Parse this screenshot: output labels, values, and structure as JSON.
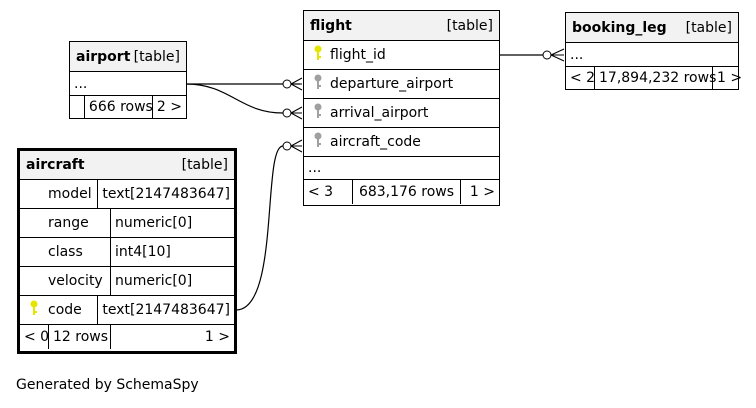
{
  "airport": {
    "name": "airport",
    "kind": "[table]",
    "rows": [
      "..."
    ],
    "footer": {
      "parents": "",
      "rows": "666 rows",
      "children": "2 >"
    }
  },
  "flight": {
    "name": "flight",
    "kind": "[table]",
    "columns": [
      {
        "name": "flight_id",
        "key": "primary"
      },
      {
        "name": "departure_airport",
        "key": "foreign"
      },
      {
        "name": "arrival_airport",
        "key": "foreign"
      },
      {
        "name": "aircraft_code",
        "key": "foreign"
      }
    ],
    "more": "...",
    "footer": {
      "parents": "< 3",
      "rows": "683,176 rows",
      "children": "1 >"
    }
  },
  "booking_leg": {
    "name": "booking_leg",
    "kind": "[table]",
    "rows": [
      "..."
    ],
    "footer": {
      "parents": "< 2",
      "rows": "17,894,232 rows",
      "children": "1 >"
    }
  },
  "aircraft": {
    "name": "aircraft",
    "kind": "[table]",
    "columns": [
      {
        "name": "model",
        "type": "text[2147483647]",
        "key": ""
      },
      {
        "name": "range",
        "type": "numeric[0]",
        "key": ""
      },
      {
        "name": "class",
        "type": "int4[10]",
        "key": ""
      },
      {
        "name": "velocity",
        "type": "numeric[0]",
        "key": ""
      },
      {
        "name": "code",
        "type": "text[2147483647]",
        "key": "primary"
      }
    ],
    "footer": {
      "parents": "< 0",
      "rows": "12 rows",
      "children": "1 >"
    }
  },
  "generated_by": "Generated by SchemaSpy",
  "colors": {
    "primary_key": "#e5e500",
    "foreign_key": "#a0a0a0",
    "header_bg": "#f2f2f2"
  }
}
